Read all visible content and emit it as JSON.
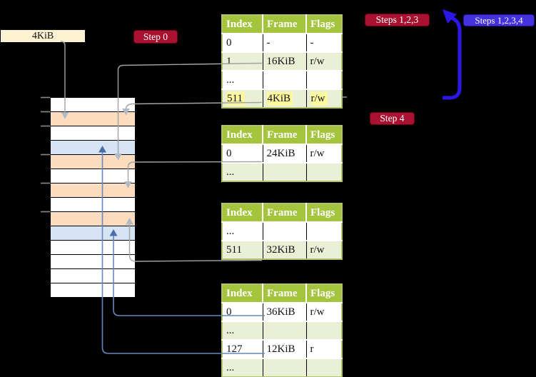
{
  "labels": {
    "page_size_box": "4KiB"
  },
  "badges": {
    "step0": {
      "label": "Step 0"
    },
    "steps123": {
      "label": "Steps 1,2,3"
    },
    "steps1234": {
      "label": "Steps 1,2,3,4"
    },
    "step4": {
      "label": "Step 4"
    }
  },
  "tables": [
    {
      "headers": [
        "Index",
        "Frame",
        "Flags"
      ],
      "rows": [
        {
          "cells": [
            "0",
            "-",
            "-"
          ]
        },
        {
          "cells": [
            "1",
            "16KiB",
            "r/w"
          ]
        },
        {
          "cells": [
            "...",
            "",
            ""
          ]
        },
        {
          "cells": [
            "511",
            "4KiB",
            "r/w"
          ],
          "highlight": true
        }
      ]
    },
    {
      "headers": [
        "Index",
        "Frame",
        "Flags"
      ],
      "rows": [
        {
          "cells": [
            "0",
            "24KiB",
            "r/w"
          ]
        },
        {
          "cells": [
            "...",
            "",
            ""
          ]
        }
      ]
    },
    {
      "headers": [
        "Index",
        "Frame",
        "Flags"
      ],
      "rows": [
        {
          "cells": [
            "...",
            "",
            ""
          ]
        },
        {
          "cells": [
            "511",
            "32KiB",
            "r/w"
          ]
        }
      ]
    },
    {
      "headers": [
        "Index",
        "Frame",
        "Flags"
      ],
      "rows": [
        {
          "cells": [
            "0",
            "36KiB",
            "r/w"
          ]
        },
        {
          "cells": [
            "...",
            "",
            ""
          ]
        },
        {
          "cells": [
            "127",
            "12KiB",
            "r"
          ]
        },
        {
          "cells": [
            "...",
            "",
            ""
          ]
        }
      ]
    }
  ],
  "memory_strip": {
    "rows": [
      "white",
      "orange",
      "white",
      "blue",
      "orange",
      "white",
      "orange",
      "white",
      "orange",
      "blue",
      "white",
      "white",
      "white",
      "white"
    ]
  },
  "colors": {
    "background": "#000000",
    "table_header_green": "#a5c43e",
    "table_row_green": "#eaf0d6",
    "table_border": "#b2c36b",
    "highlight_yellow": "#fdf79e",
    "badge_red": "#a81230",
    "badge_blue": "#4433dd",
    "big_arrow_blue": "#2c17e6",
    "strip_orange": "#fbdcbe",
    "strip_blue": "#d5e3f5",
    "strip_white": "#ffffff",
    "cream_box": "#fdf3d3",
    "connector_gray": "#a3a3a3",
    "connector_gray_head": "#b0bac7",
    "connector_blue": "#6787bd",
    "connector_blue_head": "#4b6da8"
  }
}
